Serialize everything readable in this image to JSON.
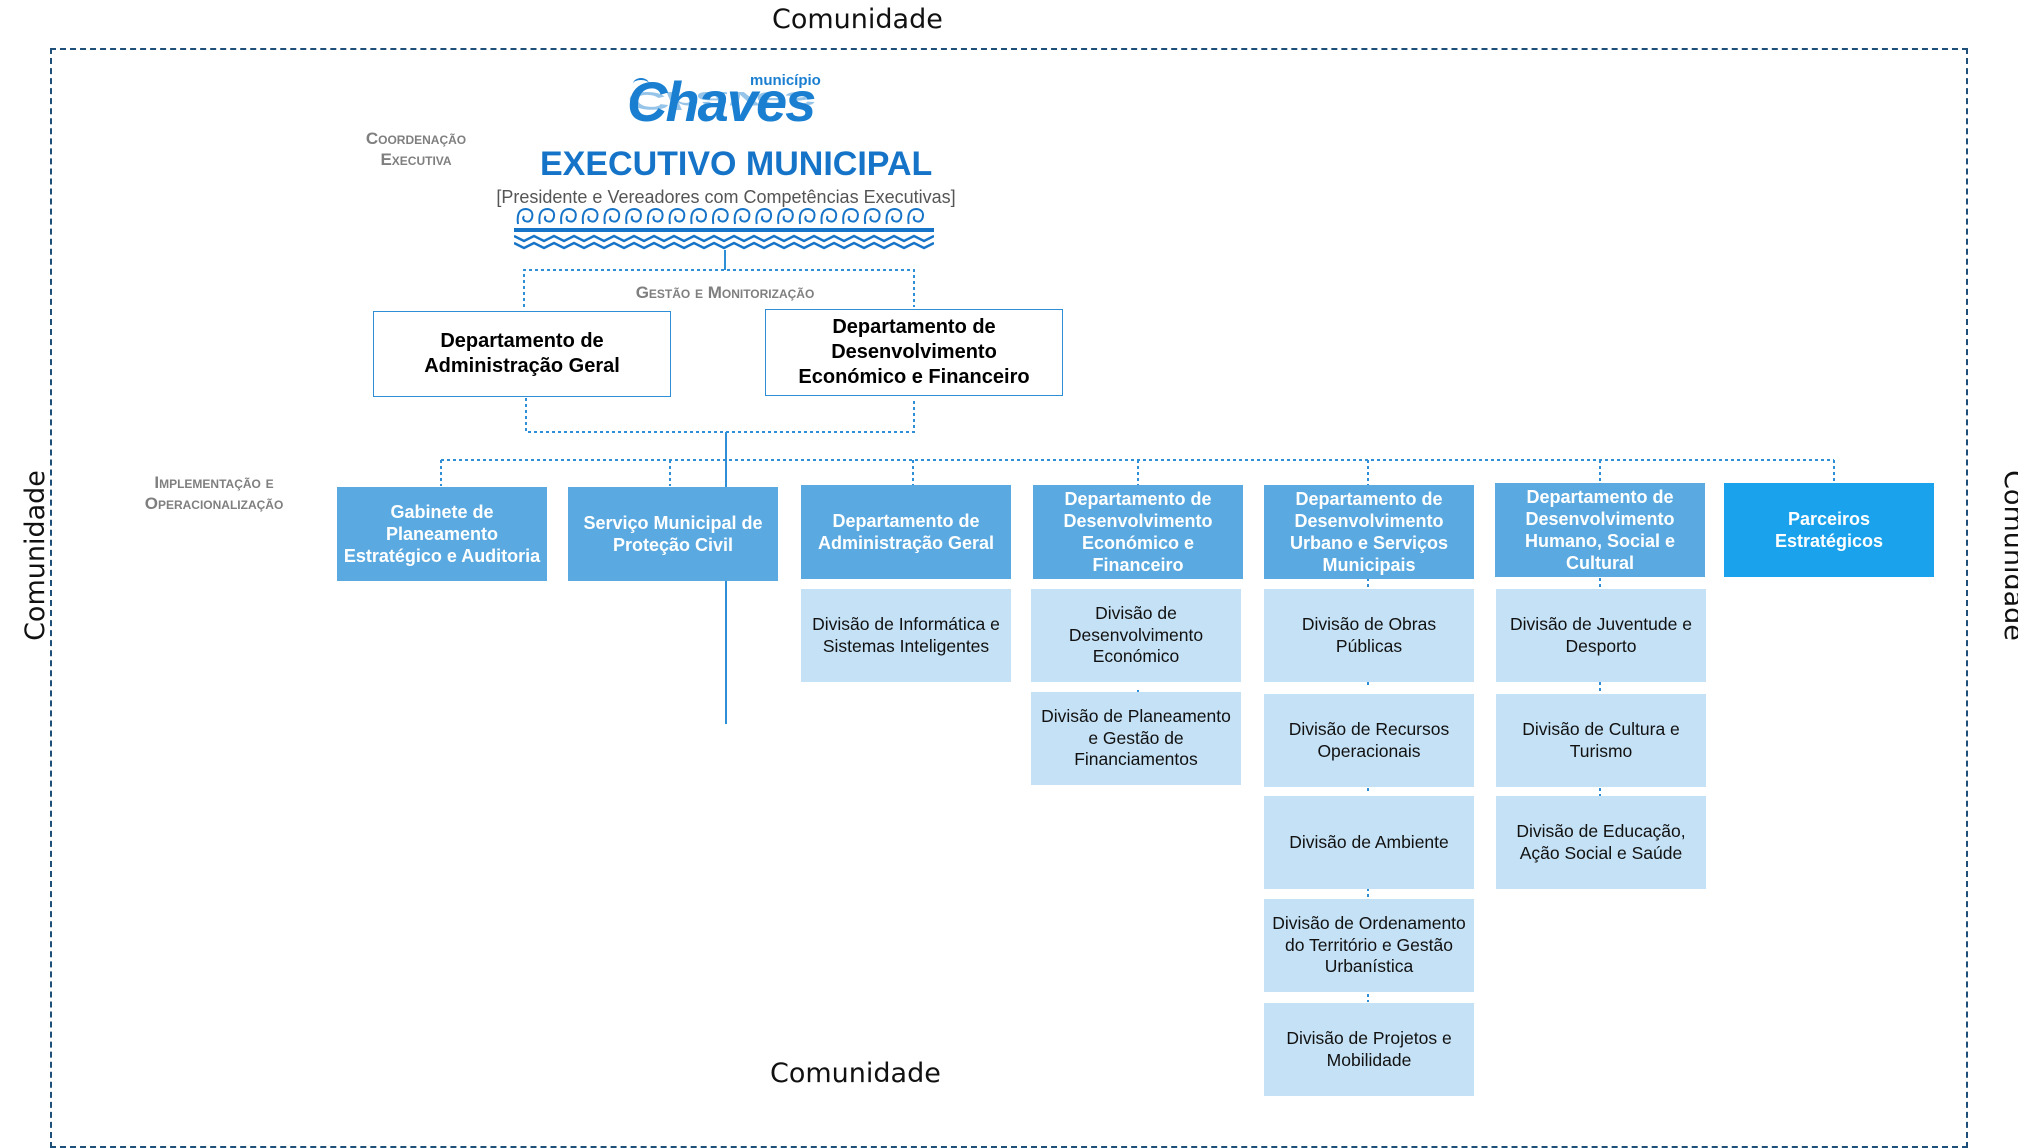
{
  "community": {
    "top": "Comunidade",
    "bottom": "Comunidade",
    "left": "Comunidade",
    "right": "Comunidade"
  },
  "logo": {
    "word": "Chaves",
    "prefix": "município"
  },
  "labels": {
    "coordination": "Coordenação Executiva",
    "management": "Gestão e Monitorização",
    "implementation": "Implementação e Operacionalização"
  },
  "executive": {
    "title": "EXECUTIVO MUNICIPAL",
    "subtitle": "[Presidente e Vereadores com Competências Executivas]"
  },
  "management_departments": [
    "Departamento de Administração Geral",
    "Departamento de Desenvolvimento Económico e Financeiro"
  ],
  "units": [
    {
      "name": "Gabinete de Planeamento Estratégico e Auditoria",
      "divisions": []
    },
    {
      "name": "Serviço Municipal de Proteção Civil",
      "divisions": []
    },
    {
      "name": "Departamento de Administração Geral",
      "divisions": [
        "Divisão de Informática e Sistemas Inteligentes"
      ]
    },
    {
      "name": "Departamento de Desenvolvimento Económico e Financeiro",
      "divisions": [
        "Divisão de Desenvolvimento Económico",
        "Divisão de Planeamento e Gestão de Financiamentos"
      ]
    },
    {
      "name": "Departamento de Desenvolvimento Urbano e Serviços Municipais",
      "divisions": [
        "Divisão de Obras Públicas",
        "Divisão de Recursos Operacionais",
        "Divisão de Ambiente",
        "Divisão de Ordenamento do Território e Gestão Urbanística",
        "Divisão de Projetos e Mobilidade"
      ]
    },
    {
      "name": "Departamento de Desenvolvimento Humano, Social e Cultural",
      "divisions": [
        "Divisão de Juventude e Desporto",
        "Divisão de Cultura e Turismo",
        "Divisão de Educação, Ação Social e Saúde"
      ]
    },
    {
      "name": "Parceiros Estratégicos",
      "divisions": []
    }
  ],
  "colors": {
    "dept_fill": "#5aaae1",
    "partner_fill": "#1aa3ec",
    "division_fill": "#c5e1f5",
    "accent": "#1674c8"
  }
}
